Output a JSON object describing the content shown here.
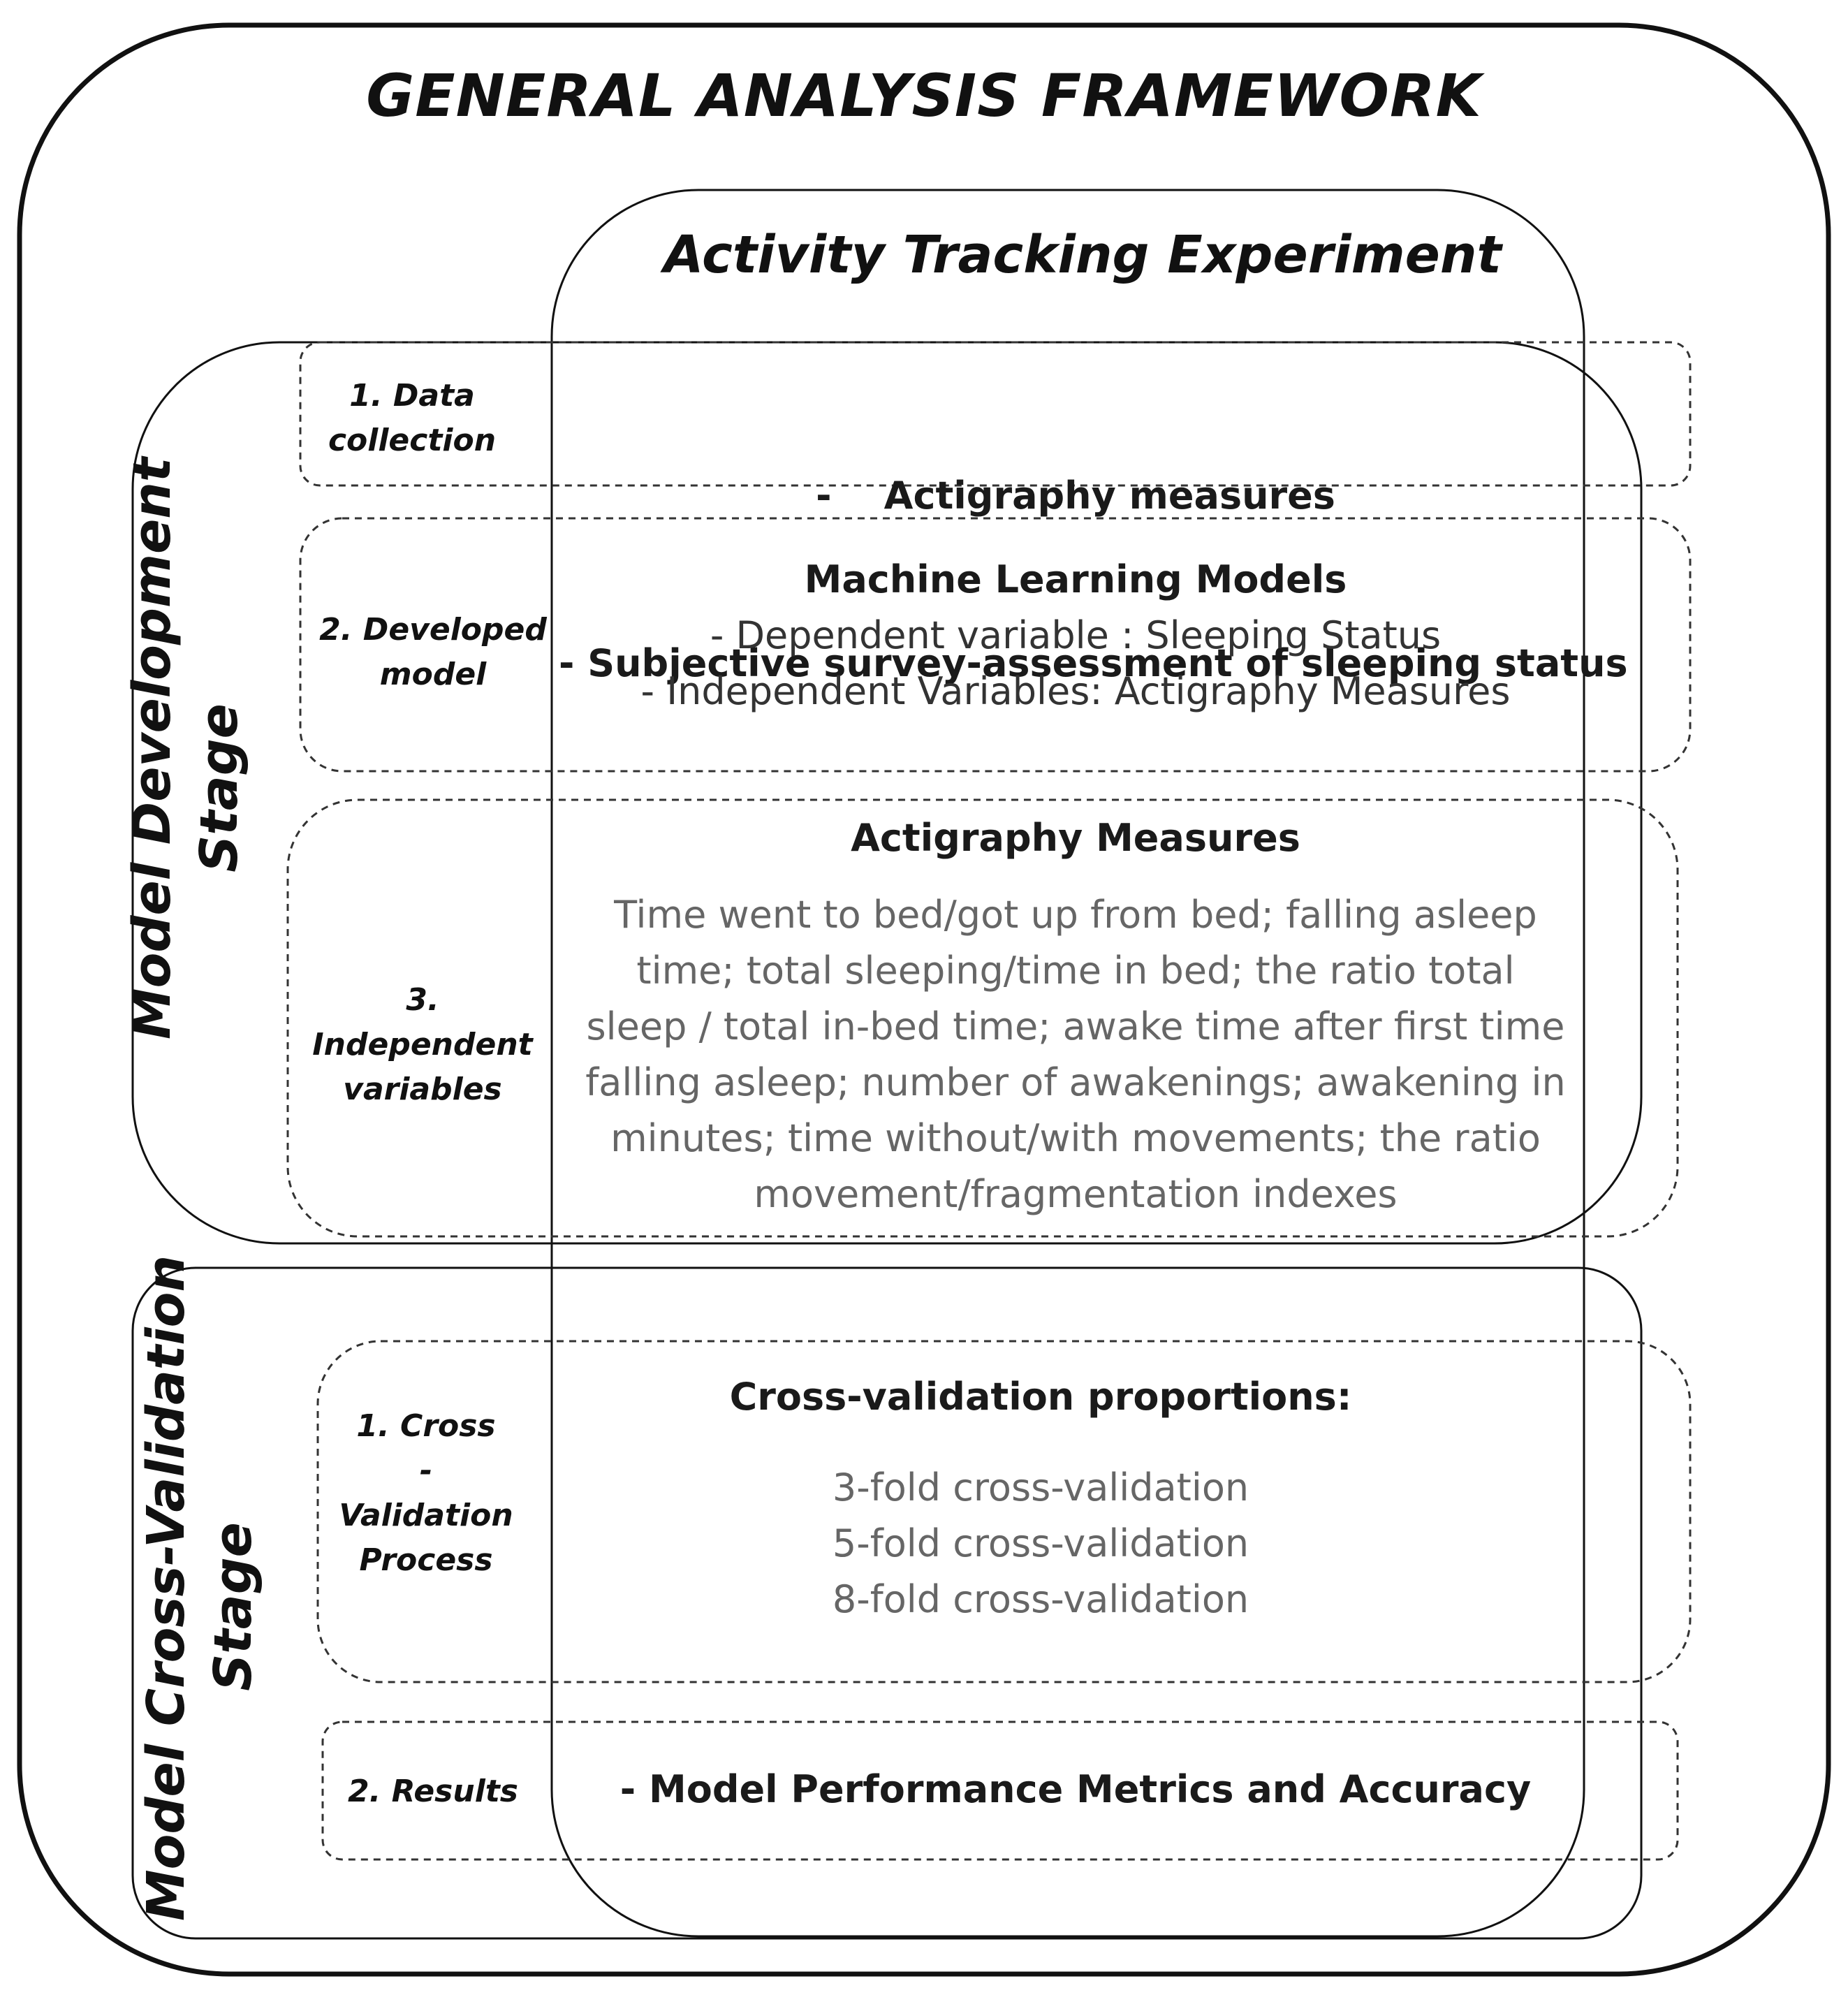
{
  "title": "GENERAL ANALYSIS FRAMEWORK",
  "experiment_title": "Activity Tracking Experiment",
  "stages": {
    "development": {
      "label_line1": "Model Development",
      "label_line2": "Stage",
      "steps": [
        {
          "label_line1": "1. Data",
          "label_line2": "collection",
          "lines": [
            "-    Actigraphy measures",
            "- Subjective survey-assessment of sleeping status"
          ]
        },
        {
          "label_line1": "2. Developed",
          "label_line2": "model",
          "heading": "Machine Learning Models",
          "lines": [
            "- Dependent variable : Sleeping Status",
            "- Independent Variables: Actigraphy Measures"
          ]
        },
        {
          "label_line1": "3. Independent",
          "label_line2": "variables",
          "heading": "Actigraphy Measures",
          "lines": [
            "Time went to bed/got up from bed; falling asleep",
            "time; total sleeping/time in bed; the ratio total",
            "sleep / total in-bed time; awake time after first time",
            "falling asleep; number of awakenings; awakening in",
            "minutes; time without/with movements; the ratio",
            "movement/fragmentation indexes"
          ]
        }
      ]
    },
    "validation": {
      "label_line1": "Model Cross-Validation",
      "label_line2": "Stage",
      "steps": [
        {
          "label_lines": [
            "1. Cross",
            "-",
            "Validation",
            "Process"
          ],
          "heading": "Cross-validation proportions:",
          "lines": [
            "3-fold cross-validation",
            "5-fold cross-validation",
            "8-fold cross-validation"
          ]
        },
        {
          "label_line1": "2. Results",
          "lines": [
            "- Model Performance Metrics and Accuracy"
          ]
        }
      ]
    }
  }
}
